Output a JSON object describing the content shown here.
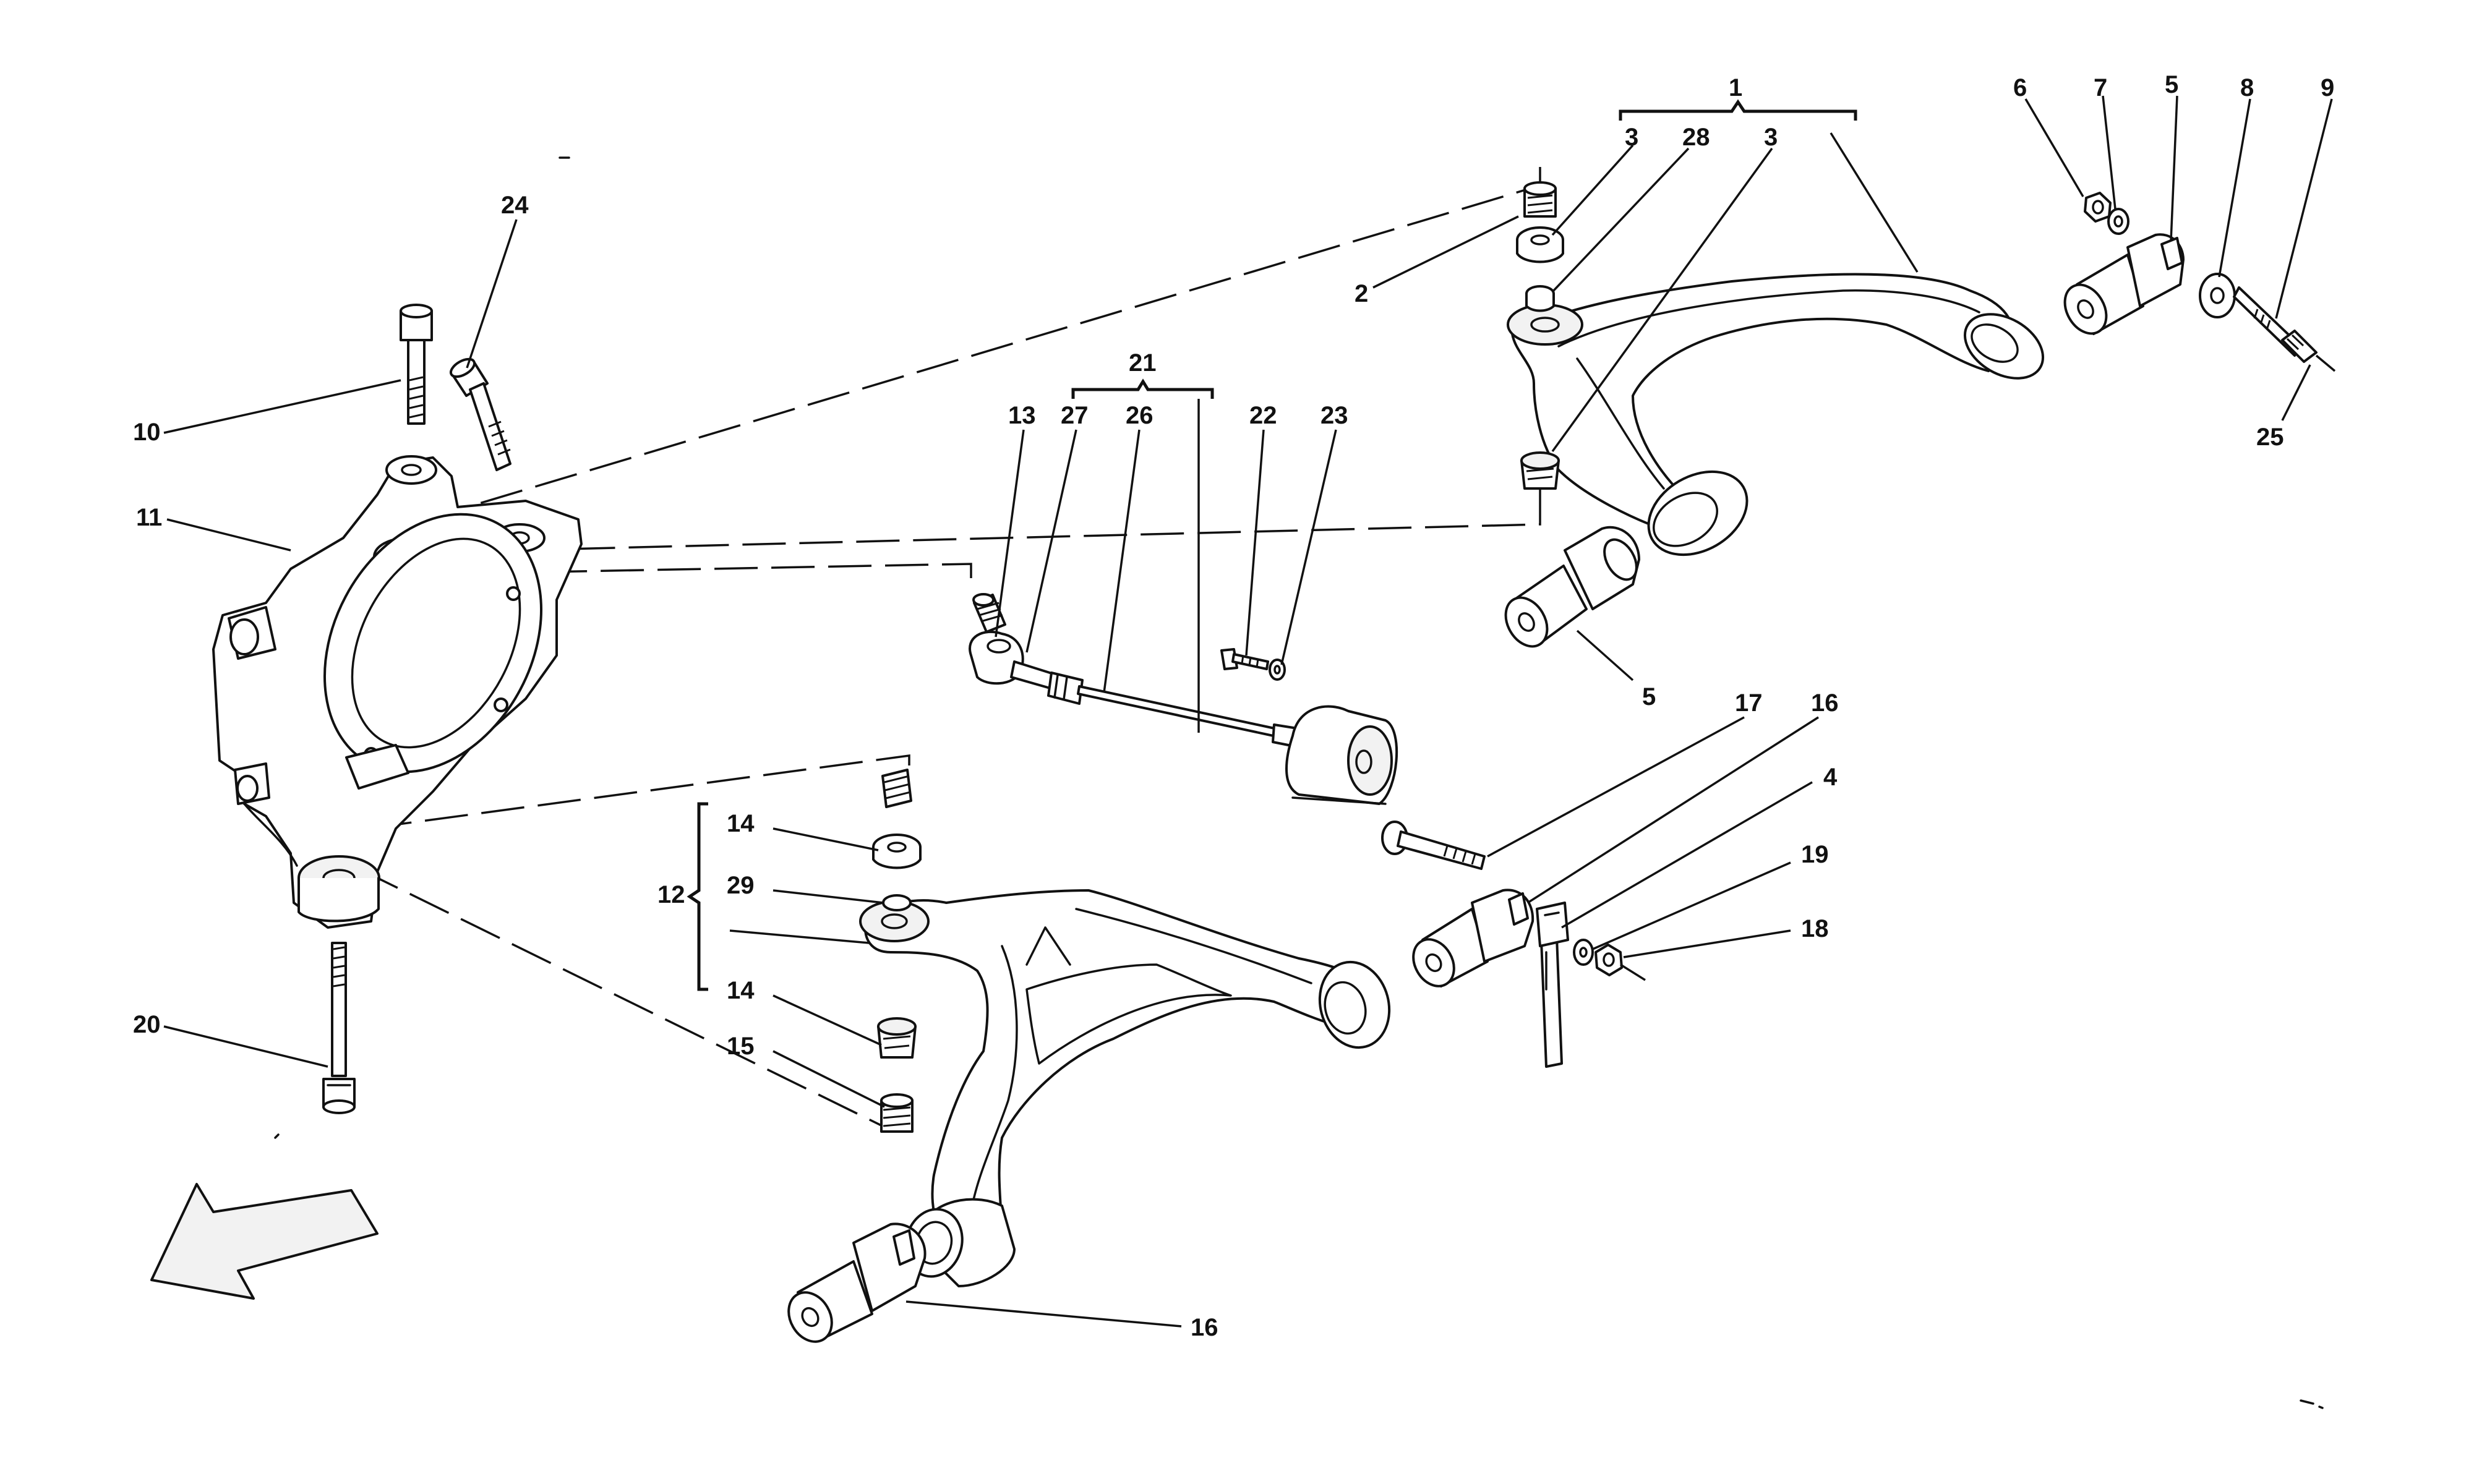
{
  "labels": {
    "l1": "1",
    "l2": "2",
    "l3a": "3",
    "l3b": "3",
    "l4": "4",
    "l5a": "5",
    "l5b": "5",
    "l6": "6",
    "l7": "7",
    "l8": "8",
    "l9": "9",
    "l10": "10",
    "l11": "11",
    "l12": "12",
    "l13": "13",
    "l14a": "14",
    "l14b": "14",
    "l15": "15",
    "l16a": "16",
    "l16b": "16",
    "l17": "17",
    "l18": "18",
    "l19": "19",
    "l20": "20",
    "l21": "21",
    "l22": "22",
    "l23": "23",
    "l24": "24",
    "l25": "25",
    "l26": "26",
    "l27": "27",
    "l28": "28",
    "l29": "29"
  }
}
